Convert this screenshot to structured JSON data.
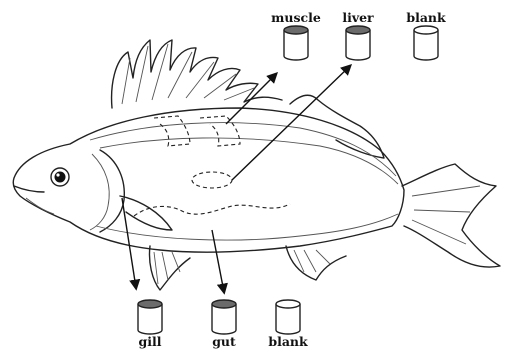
{
  "figure": {
    "top_tubes": [
      {
        "label": "muscle",
        "filled": true
      },
      {
        "label": "liver",
        "filled": true
      },
      {
        "label": "blank",
        "filled": false
      }
    ],
    "bottom_tubes": [
      {
        "label": "gill",
        "filled": true
      },
      {
        "label": "gut",
        "filled": true
      },
      {
        "label": "blank",
        "filled": false
      }
    ],
    "colors": {
      "tube_cap_filled": "#6b6b6b",
      "tube_cap_empty": "#ffffff",
      "outline": "#222222"
    }
  }
}
